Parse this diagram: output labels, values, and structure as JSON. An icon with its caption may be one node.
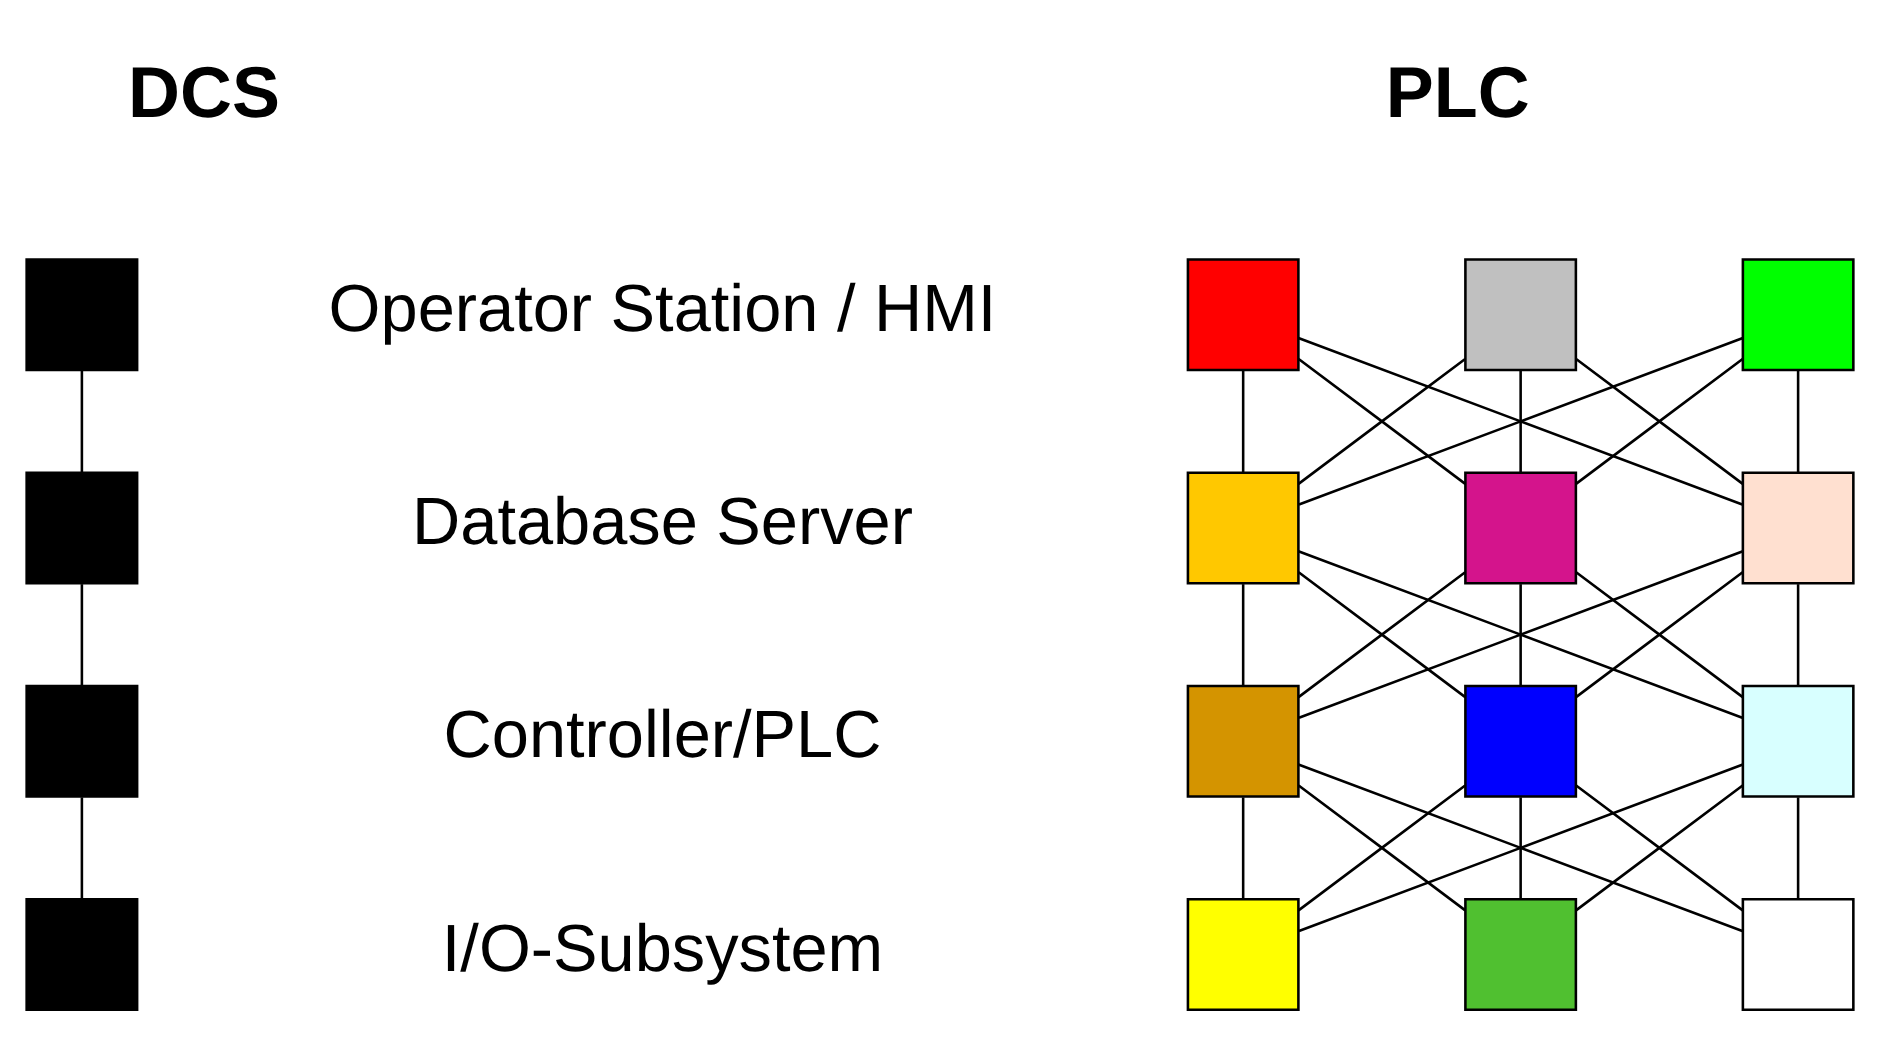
{
  "diagram": {
    "nodes": [
      {
        "text": [],
        "shape": "box"
      },
      {
        "text": [],
        "shape": "box"
      },
      {
        "text": [],
        "shape": "box"
      },
      {
        "text": [],
        "shape": "box"
      },
      {
        "text": [],
        "shape": "box"
      },
      {
        "text": [],
        "shape": "box"
      },
      {
        "text": [],
        "shape": "box"
      },
      {
        "text": [],
        "shape": "box"
      },
      {
        "text": [],
        "shape": "box"
      },
      {
        "text": [],
        "shape": "box"
      },
      {
        "text": [],
        "shape": "box"
      },
      {
        "text": [],
        "shape": "box"
      },
      {
        "text": [],
        "shape": "box"
      },
      {
        "text": [],
        "shape": "box"
      },
      {
        "text": [],
        "shape": "box"
      },
      {
        "text": [],
        "shape": "box"
      }
    ],
    "edges": [
      {
        "from": 0,
        "to": 1,
        "arrow": "none"
      },
      {
        "from": 1,
        "to": 2,
        "arrow": "none"
      },
      {
        "from": 2,
        "to": 3,
        "arrow": "none"
      },
      {
        "from": 4,
        "to": 7,
        "arrow": "none"
      },
      {
        "from": 4,
        "to": 8,
        "arrow": "none"
      },
      {
        "from": 4,
        "to": 9,
        "arrow": "none"
      },
      {
        "from": 5,
        "to": 7,
        "arrow": "none"
      },
      {
        "from": 5,
        "to": 8,
        "arrow": "none"
      },
      {
        "from": 5,
        "to": 9,
        "arrow": "none"
      },
      {
        "from": 6,
        "to": 7,
        "arrow": "none"
      },
      {
        "from": 6,
        "to": 8,
        "arrow": "none"
      },
      {
        "from": 6,
        "to": 9,
        "arrow": "none"
      },
      {
        "from": 7,
        "to": 10,
        "arrow": "none"
      },
      {
        "from": 7,
        "to": 11,
        "arrow": "none"
      },
      {
        "from": 7,
        "to": 12,
        "arrow": "none"
      },
      {
        "from": 8,
        "to": 10,
        "arrow": "none"
      },
      {
        "from": 8,
        "to": 11,
        "arrow": "none"
      },
      {
        "from": 8,
        "to": 12,
        "arrow": "none"
      },
      {
        "from": 9,
        "to": 10,
        "arrow": "none"
      },
      {
        "from": 9,
        "to": 11,
        "arrow": "none"
      },
      {
        "from": 9,
        "to": 12,
        "arrow": "none"
      },
      {
        "from": 10,
        "to": 13,
        "arrow": "none"
      },
      {
        "from": 10,
        "to": 14,
        "arrow": "none"
      },
      {
        "from": 10,
        "to": 15,
        "arrow": "none"
      },
      {
        "from": 11,
        "to": 13,
        "arrow": "none"
      },
      {
        "from": 11,
        "to": 14,
        "arrow": "none"
      },
      {
        "from": 11,
        "to": 15,
        "arrow": "none"
      },
      {
        "from": 12,
        "to": 13,
        "arrow": "none"
      },
      {
        "from": 12,
        "to": 14,
        "arrow": "none"
      },
      {
        "from": 12,
        "to": 15,
        "arrow": "none"
      }
    ],
    "labels": [
      "DCS",
      "PLC",
      "Operator Station / HMI",
      "Database Server",
      "Controller/PLC",
      "I/O-Subsystem"
    ]
  }
}
